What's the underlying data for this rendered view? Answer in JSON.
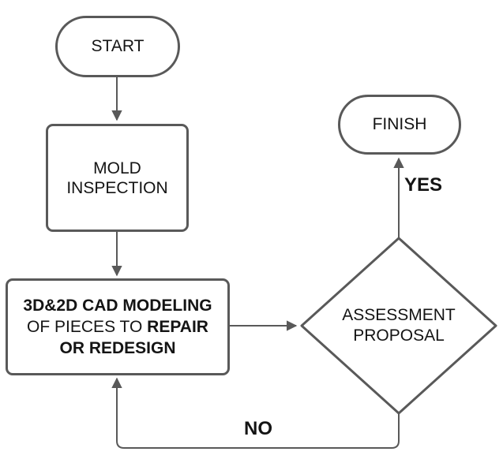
{
  "diagram": {
    "type": "flowchart",
    "colors": {
      "background": "#ffffff",
      "stroke": "#595959",
      "shape_fill": "#ffffff",
      "text": "#141414"
    },
    "nodes": {
      "start": {
        "shape": "terminator",
        "label": "START"
      },
      "mold_inspection": {
        "shape": "process",
        "lines": [
          "MOLD",
          "INSPECTION"
        ]
      },
      "cad_modeling": {
        "shape": "process",
        "line1_bold": "3D&2D CAD MODELING",
        "line2_regular": "OF PIECES TO ",
        "line2_bold": "REPAIR",
        "line3_bold": "OR REDESIGN"
      },
      "assessment_proposal": {
        "shape": "decision",
        "lines": [
          "ASSESSMENT",
          "PROPOSAL"
        ]
      },
      "finish": {
        "shape": "terminator",
        "label": "FINISH"
      }
    },
    "edges": [
      {
        "from": "start",
        "to": "mold_inspection",
        "label": ""
      },
      {
        "from": "mold_inspection",
        "to": "cad_modeling",
        "label": ""
      },
      {
        "from": "cad_modeling",
        "to": "assessment_proposal",
        "label": ""
      },
      {
        "from": "assessment_proposal",
        "to": "finish",
        "label": "YES"
      },
      {
        "from": "assessment_proposal",
        "to": "cad_modeling",
        "label": "NO"
      }
    ]
  }
}
